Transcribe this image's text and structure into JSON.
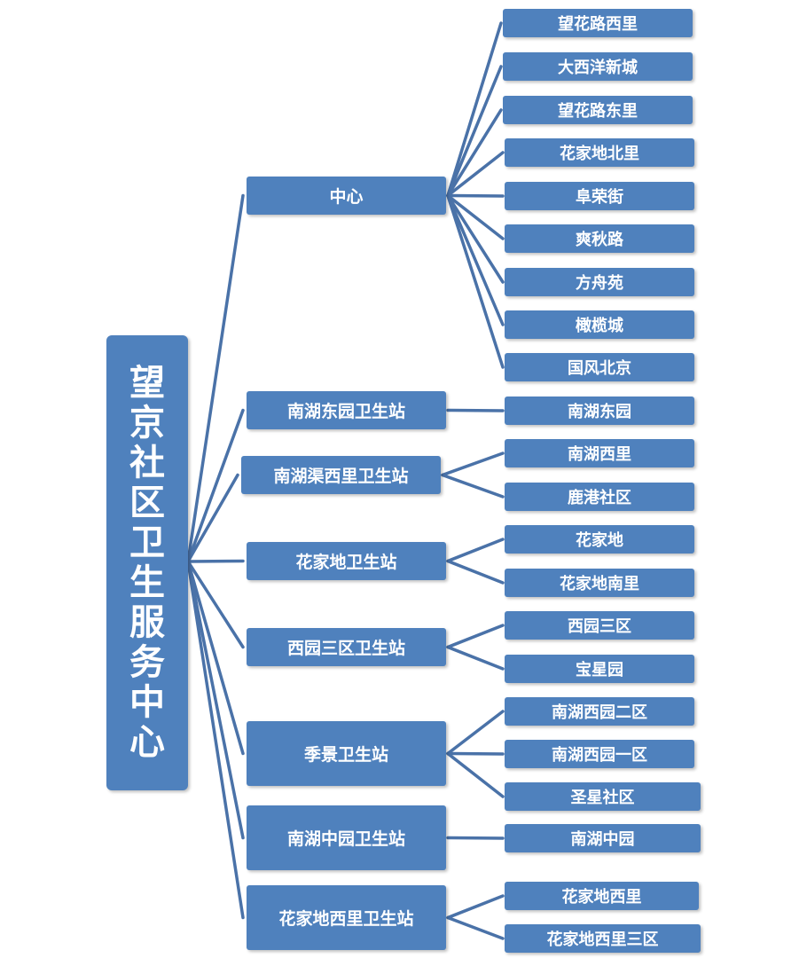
{
  "root": {
    "label": "望京社区卫生服务中心"
  },
  "stations": [
    {
      "label": "中心",
      "communities": [
        "望花路西里",
        "大西洋新城",
        "望花路东里",
        "花家地北里",
        "阜荣街",
        "爽秋路",
        "方舟苑",
        "橄榄城",
        "国风北京"
      ]
    },
    {
      "label": "南湖东园卫生站",
      "communities": [
        "南湖东园"
      ]
    },
    {
      "label": "南湖渠西里卫生站",
      "communities": [
        "南湖西里",
        "鹿港社区"
      ]
    },
    {
      "label": "花家地卫生站",
      "communities": [
        "花家地",
        "花家地南里"
      ]
    },
    {
      "label": "西园三区卫生站",
      "communities": [
        "西园三区",
        "宝星园"
      ]
    },
    {
      "label": "季景卫生站",
      "communities": [
        "南湖西园二区",
        "南湖西园一区",
        "圣星社区"
      ]
    },
    {
      "label": "南湖中园卫生站",
      "communities": [
        "南湖中园"
      ]
    },
    {
      "label": "花家地西里卫生站",
      "communities": [
        "花家地西里",
        "花家地西里三区"
      ]
    }
  ],
  "colors": {
    "box": "#4f81bd",
    "connector": "#4a72a8",
    "text": "#ffffff"
  }
}
